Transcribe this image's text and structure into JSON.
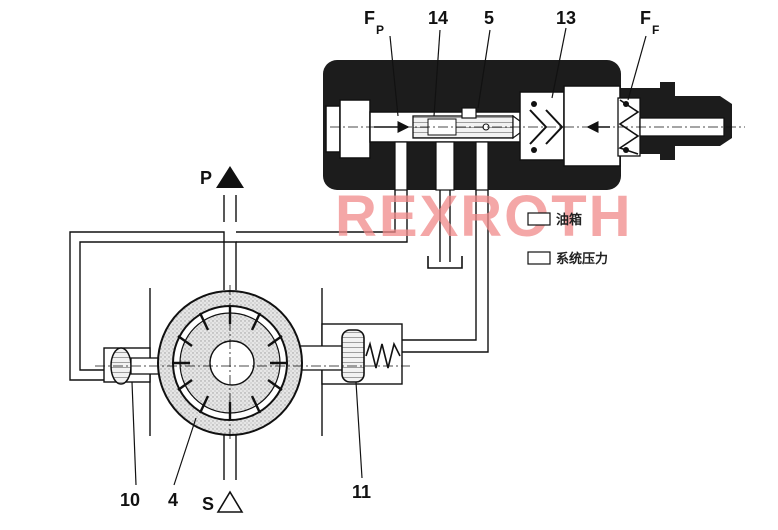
{
  "labels": {
    "fp_main": "F",
    "fp_sub": "P",
    "ff_main": "F",
    "ff_sub": "F",
    "n14": "14",
    "n5": "5",
    "n13": "13",
    "n10": "10",
    "n4": "4",
    "n11": "11",
    "port_p": "P",
    "port_s": "S"
  },
  "legend": {
    "tank": "油箱",
    "system_pressure": "系统压力"
  },
  "watermark": "REXROTH",
  "colors": {
    "stroke": "#111111",
    "housing": "#1c1c1c",
    "watermark": "#f08a8a"
  }
}
